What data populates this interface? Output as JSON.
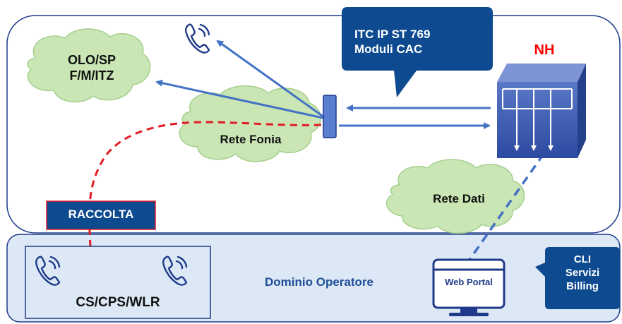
{
  "upper_area": {
    "clouds": {
      "olo": "OLO/SP\nF/M/ITZ",
      "rete_fonia": "Rete Fonia",
      "rete_dati": "Rete Dati"
    },
    "callout_itc": "ITC IP ST 769\nModuli CAC",
    "nh_label": "NH",
    "raccolta_label": "RACCOLTA"
  },
  "lower_area": {
    "operator_box_label": "CS/CPS/WLR",
    "domain_label": "Dominio Operatore",
    "web_portal_label": "Web Portal",
    "callout_billing": "CLI\nServizi\nBilling"
  },
  "colors": {
    "frame_border": "#1f3a8a",
    "upper_bg": "#ffffff",
    "lower_bg": "#dce8f5",
    "cloud_fill": "#c9e6b4",
    "arrow_blue": "#4472c4",
    "callout_blue": "#0d4a8f",
    "nh_red": "#ff0000",
    "dashed_red": "#e31b23",
    "domain_text": "#1f4e9a",
    "nh_cube": "#3b5bb0"
  },
  "icons": [
    "phone-icon",
    "web-portal-monitor-icon",
    "nh-switch-cube-icon"
  ]
}
